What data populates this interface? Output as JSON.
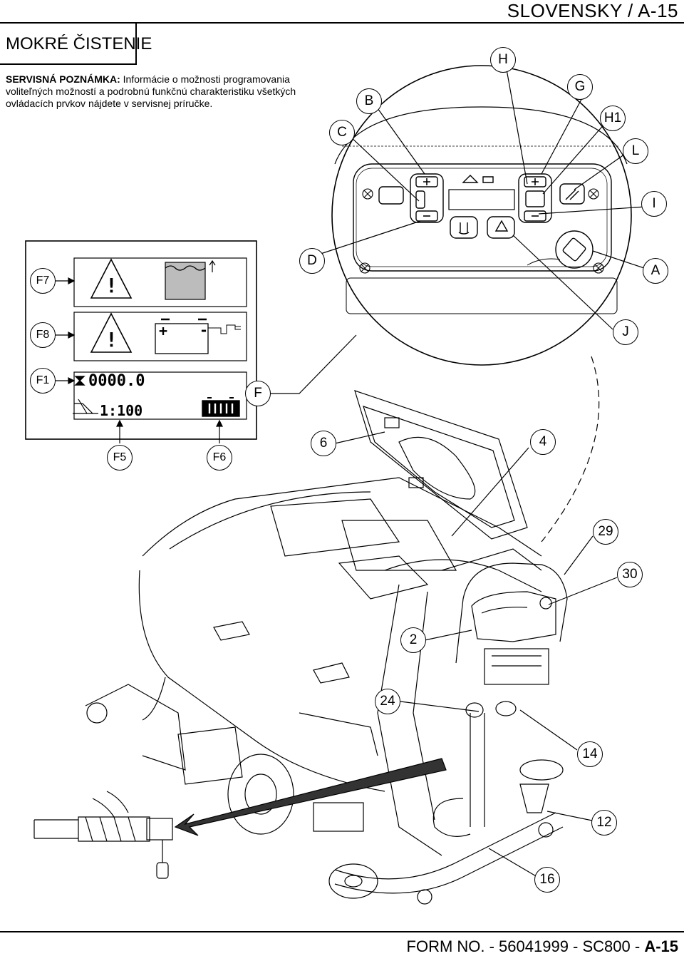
{
  "header": {
    "language_page": "SLOVENSKY / A-15"
  },
  "section": {
    "title": "MOKRÉ ČISTENIE",
    "note_label": "SERVISNÁ POZNÁMKA:",
    "note_body": " Informácie o možnosti programovania voliteľných možností a podrobnú funkčnú charakteristiku všetkých ovládacích prvkov nájdete v servisnej príručke."
  },
  "display": {
    "hours": "0000.0",
    "ratio": "1:100",
    "plus": "+",
    "minus": "-",
    "warn": "!"
  },
  "callouts": {
    "H": "H",
    "B": "B",
    "G": "G",
    "H1": "H1",
    "C": "C",
    "L": "L",
    "I": "I",
    "D": "D",
    "A": "A",
    "J": "J",
    "F": "F",
    "F7": "F7",
    "F8": "F8",
    "F1": "F1",
    "F5": "F5",
    "F6": "F6",
    "n6": "6",
    "n4": "4",
    "n29": "29",
    "n30": "30",
    "n2": "2",
    "n24": "24",
    "n14": "14",
    "n12": "12",
    "n16": "16"
  },
  "footer": {
    "form_prefix": "FORM NO. - 56041999 - SC800 - ",
    "page": "A-15"
  }
}
